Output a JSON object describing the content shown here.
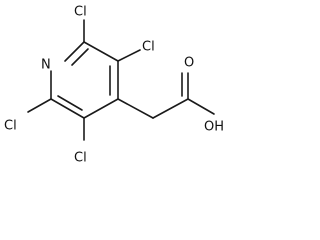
{
  "molecule": {
    "atoms": {
      "n": "N",
      "cl_top_left": "Cl",
      "cl_top_right": "Cl",
      "cl_bottom_left": "Cl",
      "cl_bottom_center": "Cl",
      "oh": "OH",
      "o": "O"
    }
  },
  "colors": {
    "bond": "#1a1a1a",
    "text": "#111111",
    "background": "#ffffff"
  }
}
